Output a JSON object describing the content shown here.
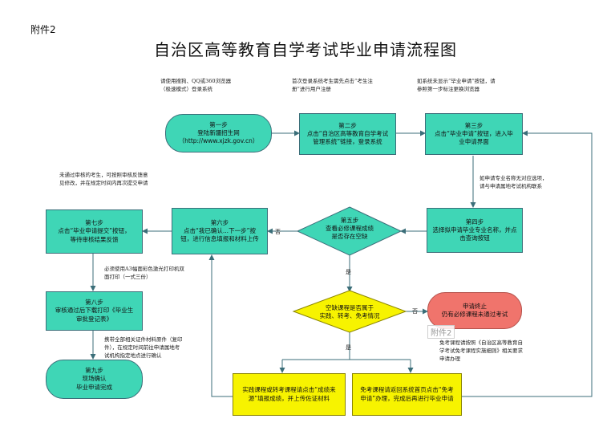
{
  "attachment_label": "附件2",
  "title": "自治区高等教育自学考试毕业申请流程图",
  "steps": {
    "step1": {
      "title": "第一步",
      "lines": [
        "登陆新疆招生网",
        "（http://www.xjzk.gov.cn）"
      ]
    },
    "step2": {
      "title": "第二步",
      "lines": [
        "点击“自治区高等教育自学考试",
        "管理系统”链接，登录系统"
      ]
    },
    "step3": {
      "title": "第三步",
      "lines": [
        "点击“毕业申请”按钮，进入毕",
        "业申请界面"
      ]
    },
    "step4": {
      "title": "第四步",
      "lines": [
        "选择拟申请毕业专业名称，并点",
        "击查询按钮"
      ]
    },
    "step5": {
      "title": "第五步",
      "lines": [
        "查看必修课程成绩",
        "是否存在空缺"
      ]
    },
    "step6": {
      "title": "第六步",
      "lines": [
        "点击“我已确认...下一步”按",
        "钮，进行信息填报和材料上传"
      ]
    },
    "step7": {
      "title": "第七步",
      "lines": [
        "点击“毕业申请提交”按钮，",
        "等待审核结果反馈"
      ]
    },
    "step8": {
      "title": "第八步",
      "lines": [
        "审核通过后下载打印《毕业生",
        "审批登记表》"
      ]
    },
    "step9": {
      "title": "第九步",
      "lines": [
        "现场确认",
        "毕业申请完成"
      ]
    }
  },
  "decision2": {
    "lines": [
      "空缺课程是否属于",
      "实践、转考、免考情况"
    ]
  },
  "terminate": {
    "lines": [
      "申请终止",
      "仍有必修课程未通过考试"
    ]
  },
  "box_practice": {
    "lines": [
      "实践课程或转考课程请点击“成绩来",
      "源”填报成绩，并上传佐证材料"
    ]
  },
  "box_exempt": {
    "lines": [
      "免考课程请返回系统首页点击“免考",
      "申请”办理，完成后再进行毕业申请"
    ]
  },
  "notes": {
    "note1": [
      "请使用搜狗、QQ或360浏览器",
      "（极速模式）登录系统"
    ],
    "note2": [
      "首次登录系统考生需先点击“考生注",
      "册”进行用户注册"
    ],
    "note3": [
      "如系统未显示“毕业申请”按钮，请",
      "参照第一步标注更换浏览器"
    ],
    "note4": [
      "未通过审核的考生，可按照审核反馈意",
      "见修改，并在规定时间内再次提交申请"
    ],
    "note5": [
      "如申请专业名称无对应选项，",
      "请与申请属地考试机构联系"
    ],
    "note6": [
      "必须使用A3幅面彩色激光打印机双",
      "面打印（一式三份）"
    ],
    "note7": [
      "携带全部相关证件材料原件（复印",
      "件），在规定时间前往申请属地考",
      "试机构指定地点进行确认"
    ],
    "note8": [
      "免考课程请按照《自治区高等教育自",
      "学考试免考课程实施细则》相关要求",
      "申请办理"
    ]
  },
  "edge_labels": {
    "no1": "否",
    "yes1": "是",
    "no2": "否",
    "yes2": "是"
  },
  "stamp": "附件2",
  "colors": {
    "teal": "#3fd6b6",
    "yellow": "#f7f300",
    "red": "#f0746c",
    "line": "#3b6e79"
  }
}
